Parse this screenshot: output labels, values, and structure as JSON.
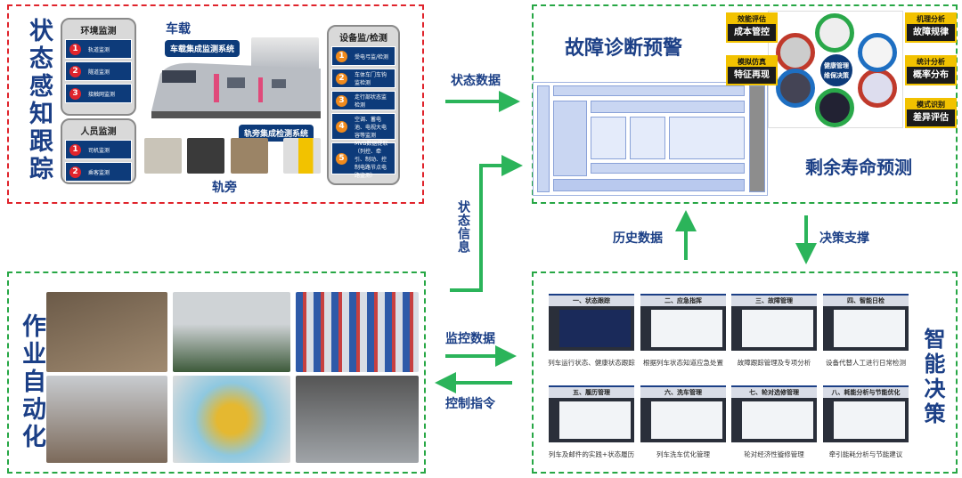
{
  "perception": {
    "title": "状态感知跟踪",
    "onboard": "车载",
    "onboard_system": "车载集成监测系统",
    "wayside": "轨旁",
    "wayside_system": "轨旁集成检测系统",
    "env": {
      "title": "环境监测",
      "items": [
        "轨道监测",
        "隧道监测",
        "接触网监测"
      ]
    },
    "people": {
      "title": "人员监测",
      "items": [
        "司机监测",
        "乘客监测"
      ]
    },
    "equipment": {
      "title": "设备监/检测",
      "items": [
        "受电弓监/检测",
        "车体车门车钩监检测",
        "走行部状态监检测",
        "空调、蓄电池、电视大电容等监测",
        "MVB数据提取（列控、牵引、制动、控制电路节点电路监测）"
      ]
    }
  },
  "diagnosis": {
    "title": "故障诊断预警",
    "rul": "剩余寿命预测",
    "center": "健康管理维保决策",
    "badges": [
      {
        "top": "效能评估",
        "bottom": "成本管控"
      },
      {
        "top": "模拟仿真",
        "bottom": "特征再现"
      },
      {
        "top": "机理分析",
        "bottom": "故障规律"
      },
      {
        "top": "统计分析",
        "bottom": "概率分布"
      },
      {
        "top": "模式识别",
        "bottom": "差异评估"
      }
    ]
  },
  "flows": {
    "state_data": "状态数据",
    "state_info": "状态信息",
    "history_data": "历史数据",
    "decision_support": "决策支撑",
    "monitor_data": "监控数据",
    "control_cmd": "控制指令"
  },
  "automation": {
    "title": "作业自动化"
  },
  "decision": {
    "title": "智能决策",
    "cards": [
      {
        "title": "一、状态跟踪",
        "caption": "列车运行状态、健康状态跟踪"
      },
      {
        "title": "二、应急指挥",
        "caption": "根据列车状态知道应急处置"
      },
      {
        "title": "三、故障管理",
        "caption": "故障跟踪管理及专项分析"
      },
      {
        "title": "四、智能日检",
        "caption": "设备代替人工进行日常检测"
      },
      {
        "title": "五、履历管理",
        "caption": "列车及邮件的实践+状态履历"
      },
      {
        "title": "六、洗车管理",
        "caption": "列车洗车优化管理"
      },
      {
        "title": "七、轮对选修管理",
        "caption": "轮对经济性镟修管理"
      },
      {
        "title": "八、耗能分析与节能优化",
        "caption": "牵引能耗分析与节能建议"
      }
    ]
  },
  "colors": {
    "red": "#e0242c",
    "green": "#27a745",
    "navy": "#1b3f86",
    "arrow": "#2bb45a"
  }
}
